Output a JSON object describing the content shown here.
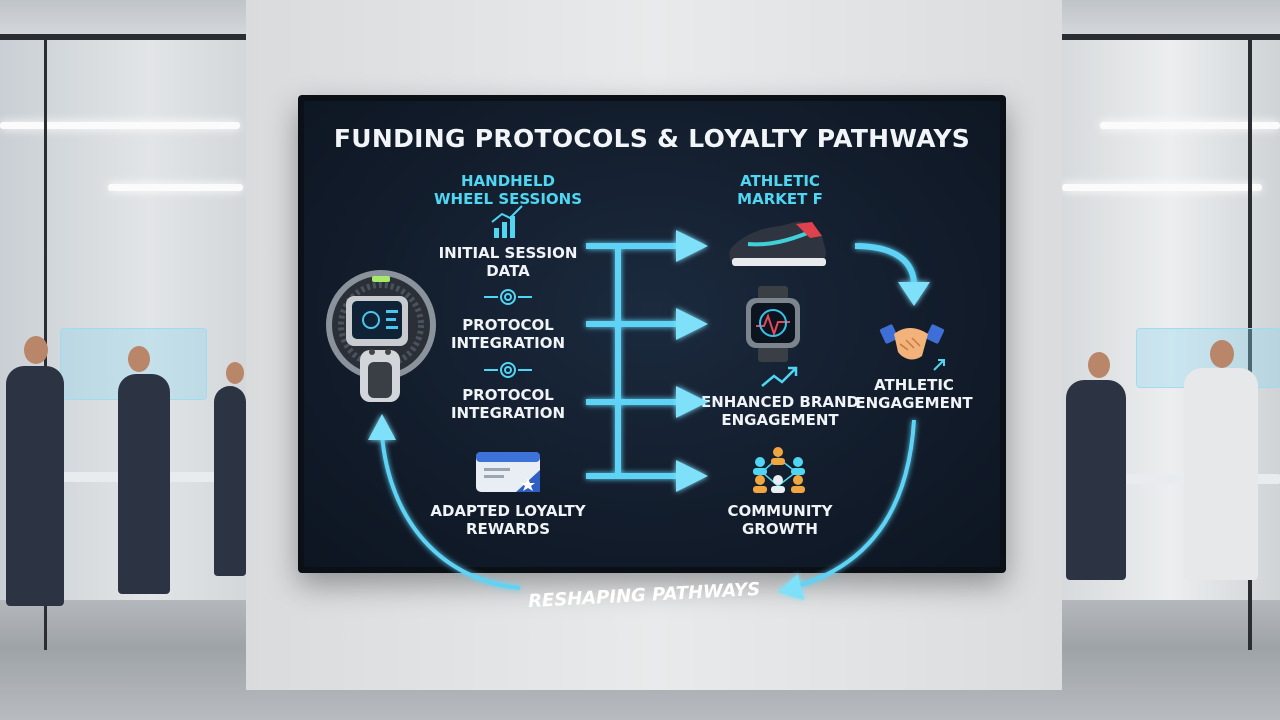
{
  "screen": {
    "title": "FUNDING PROTOCOLS & LOYALTY PATHWAYS",
    "left_header": {
      "line1": "HANDHELD",
      "line2": "WHEEL SESSIONS"
    },
    "right_header": {
      "line1": "ATHLETIC",
      "line2": "MARKET F"
    },
    "left_items": [
      {
        "line1": "INITIAL SESSION",
        "line2": "DATA",
        "icon": "bar-chart-icon"
      },
      {
        "line1": "PROTOCOL",
        "line2": "INTEGRATION",
        "icon": "gear-circuit-icon"
      },
      {
        "line1": "PROTOCOL",
        "line2": "INTEGRATION",
        "icon": "gear-circuit-icon"
      },
      {
        "line1": "ADAPTED LOYALTY",
        "line2": "REWARDS",
        "icon": "loyalty-card-icon"
      }
    ],
    "right_items": [
      {
        "line1": "",
        "line2": "",
        "icon": "sneaker-icon"
      },
      {
        "line1": "",
        "line2": "",
        "icon": "smartwatch-icon"
      },
      {
        "line1": "ENHANCED BRAND",
        "line2": "ENGAGEMENT",
        "icon": "trend-up-icon"
      },
      {
        "line1": "COMMUNITY",
        "line2": "GROWTH",
        "icon": "people-network-icon"
      }
    ],
    "far_right": {
      "line1": "ATHLETIC",
      "line2": "ENGAGEMENT",
      "icon": "handshake-icon"
    },
    "loop_label": "RESHAPING PATHWAYS",
    "colors": {
      "arrow": "#5fd3f6",
      "accent_text": "#4fd6f2",
      "screen_bg": "#121c2b"
    }
  }
}
